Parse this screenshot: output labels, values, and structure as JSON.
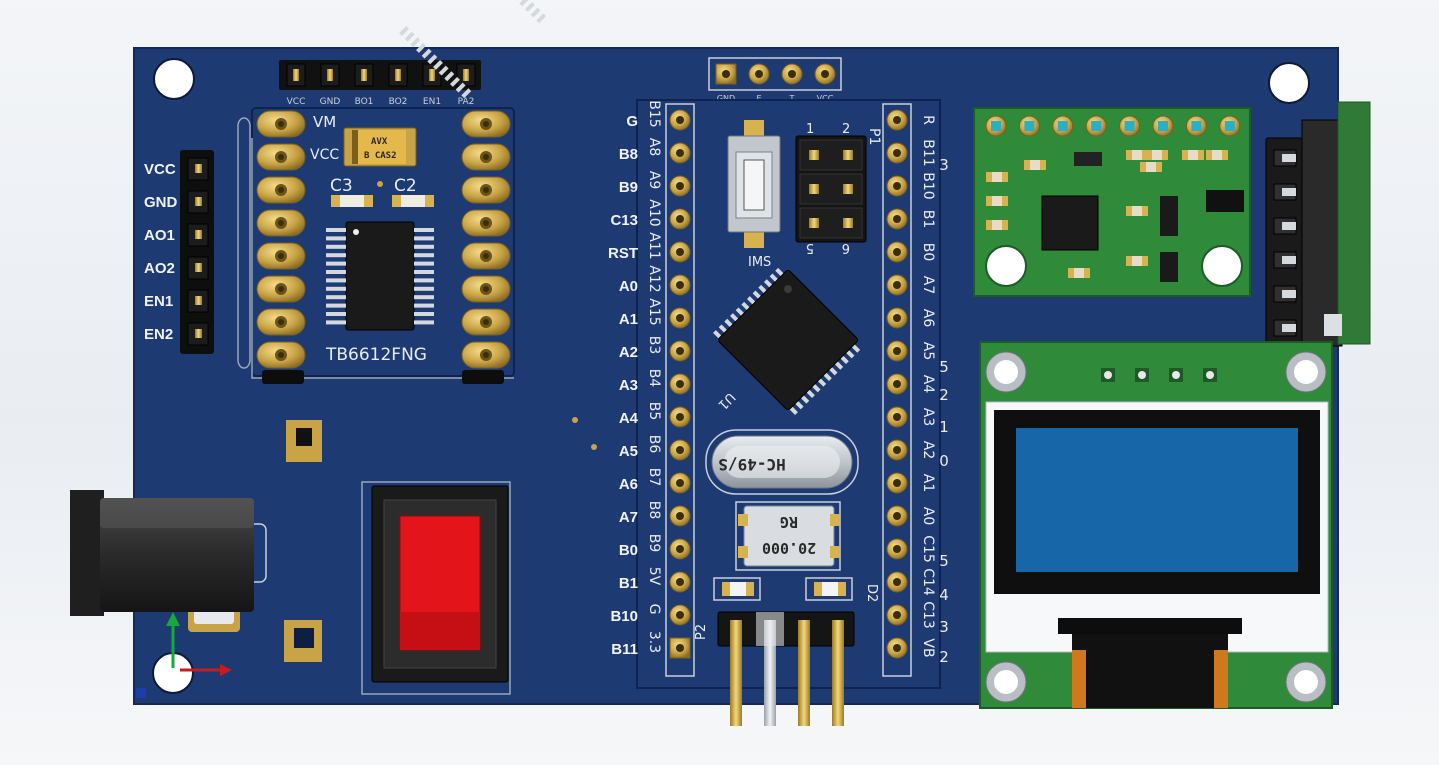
{
  "header_top": {
    "labels": [
      "VCC",
      "GND",
      "BO1",
      "BO2",
      "EN1",
      "PA2"
    ]
  },
  "left_header": {
    "labels": [
      "VCC",
      "GND",
      "AO1",
      "AO2",
      "EN1",
      "EN2"
    ]
  },
  "driver_module": {
    "name": "TB6612FNG",
    "label_vm": "VM",
    "label_vcc": "VCC",
    "cap_left": "C3",
    "cap_right": "C2",
    "tantalum": [
      "AVX",
      "B CAS2"
    ]
  },
  "swd_header": {
    "labels": [
      "GND",
      "E",
      "T",
      "VCC"
    ]
  },
  "mcu_board": {
    "left_outer": [
      "G",
      "B8",
      "B9",
      "C13",
      "RST",
      "A0",
      "A1",
      "A2",
      "A3",
      "A4",
      "A5",
      "A6",
      "A7",
      "B0",
      "B1",
      "B10",
      "B11"
    ],
    "left_inner": [
      "B15",
      "A8",
      "A9",
      "A10",
      "A11",
      "A12",
      "A15",
      "B3",
      "B4",
      "B5",
      "B6",
      "B7",
      "B8",
      "B9",
      "5V",
      "G",
      "3.3"
    ],
    "right_inner": [
      "R",
      "B11",
      "B10",
      "B1",
      "B0",
      "A7",
      "A6",
      "A5",
      "A4",
      "A3",
      "A2",
      "A1",
      "A0",
      "C15",
      "C14",
      "C13",
      "VB"
    ],
    "p1_label": "P1",
    "p2_label": "P2",
    "d2_label": "D2",
    "u1_label": "U1",
    "ims_label": "IMS",
    "jumper_top": [
      "1",
      "2"
    ],
    "jumper_bottom": [
      "5",
      "6"
    ],
    "crystal_big": "HC-49/S",
    "crystal_small": [
      "RG",
      "20.000"
    ]
  },
  "right_edge_numbers": [
    "3",
    "5",
    "2",
    "1",
    "0",
    "5",
    "4",
    "3",
    "2"
  ],
  "colors": {
    "pcb_blue": "#1d3a73",
    "gold": "#c8a44a",
    "green_pcb": "#2f8a3a",
    "oled_screen": "#1766a8",
    "switch_red": "#e3141a"
  }
}
